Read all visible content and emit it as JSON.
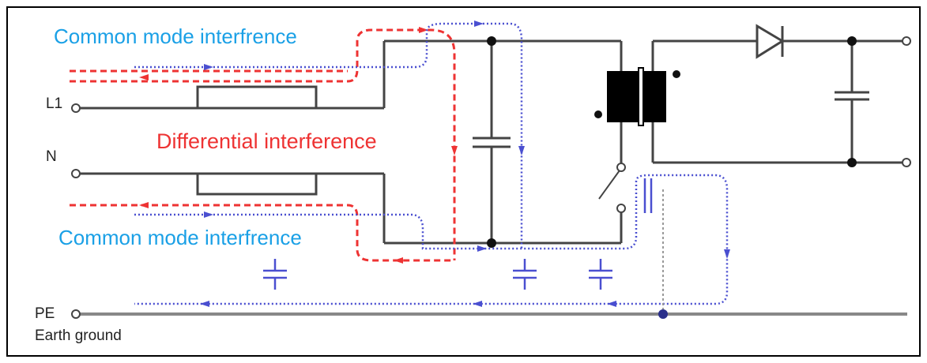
{
  "labels": {
    "common_mode_top": "Common mode interfrence",
    "common_mode_bottom": "Common mode interfrence",
    "differential": "Differential interference",
    "l1": "L1",
    "n": "N",
    "pe": "PE",
    "earth_ground": "Earth ground"
  },
  "colors": {
    "common_mode_text": "#1aa0e6",
    "differential_text": "#ee3333",
    "common_mode_path": "#4a4fd0",
    "differential_path": "#ee3333",
    "wire": "#444444"
  }
}
